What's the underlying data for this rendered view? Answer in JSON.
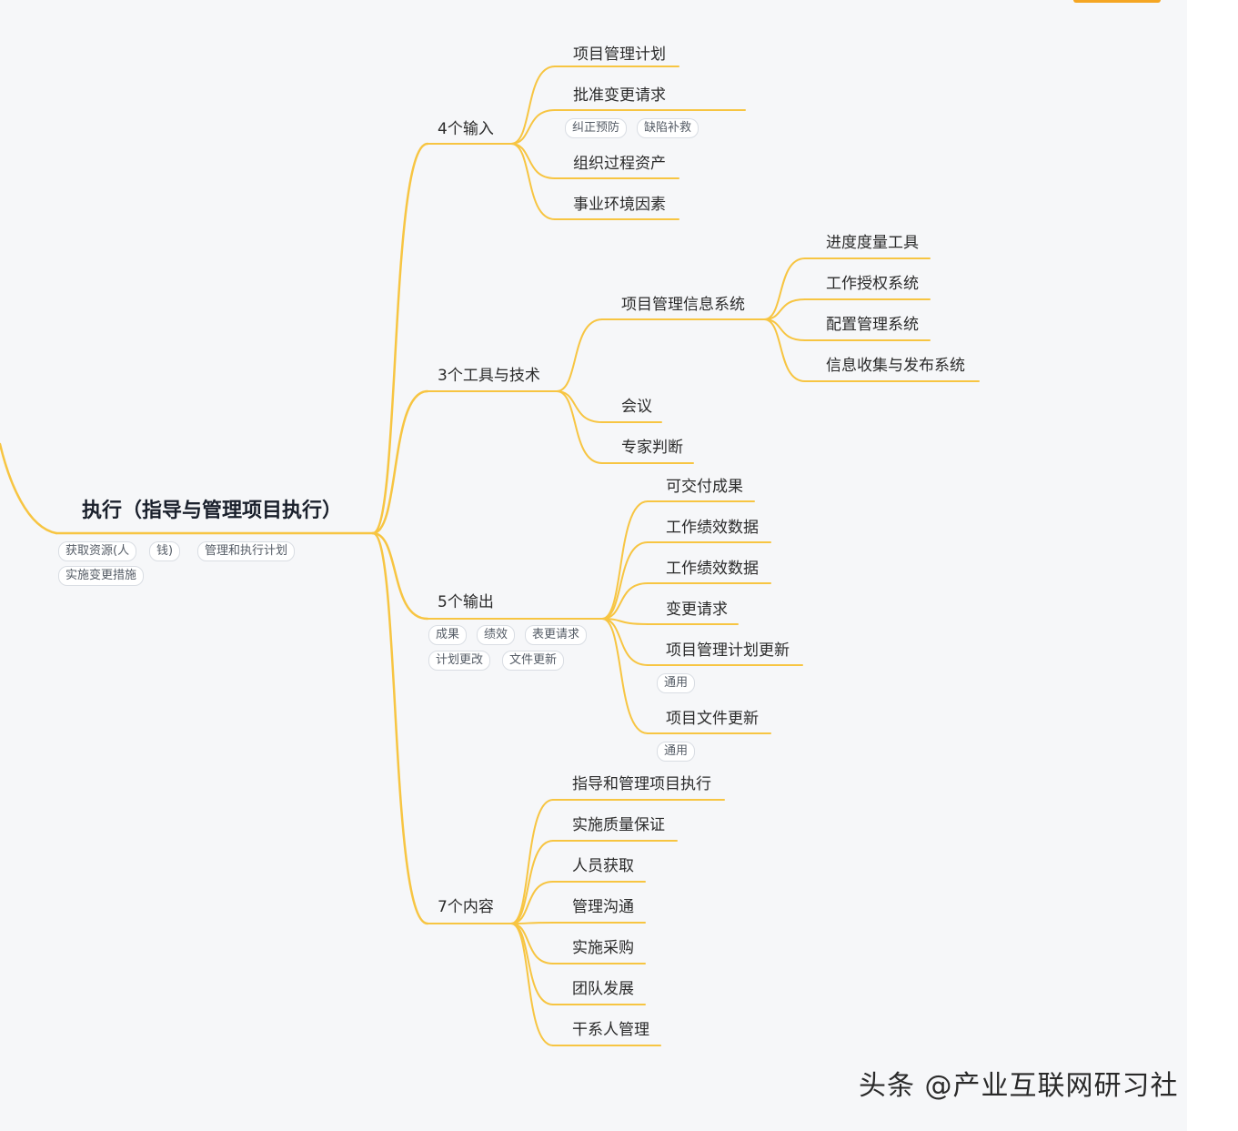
{
  "root": {
    "label": "执行（指导与管理项目执行）",
    "tags": [
      "获取资源(人",
      "钱)",
      "管理和执行计划",
      "实施变更措施"
    ]
  },
  "branches": {
    "inputs": {
      "label": "4个输入",
      "items": [
        "项目管理计划",
        "批准变更请求",
        "组织过程资产",
        "事业环境因素"
      ],
      "tags": [
        "纠正预防",
        "缺陷补救"
      ]
    },
    "tools": {
      "label": "3个工具与技术",
      "pmis": {
        "label": "项目管理信息系统",
        "items": [
          "进度度量工具",
          "工作授权系统",
          "配置管理系统",
          "信息收集与发布系统"
        ]
      },
      "items": [
        "会议",
        "专家判断"
      ]
    },
    "outputs": {
      "label": "5个输出",
      "items": [
        "可交付成果",
        "工作绩效数据",
        "工作绩效数据",
        "变更请求",
        "项目管理计划更新",
        "项目文件更新"
      ],
      "tags": [
        "成果",
        "绩效",
        "表更请求",
        "计划更改",
        "文件更新"
      ],
      "item_tags": [
        "通用",
        "通用"
      ]
    },
    "contents": {
      "label": "7个内容",
      "items": [
        "指导和管理项目执行",
        "实施质量保证",
        "人员获取",
        "管理沟通",
        "实施采购",
        "团队发展",
        "干系人管理"
      ]
    }
  },
  "watermark": "头条 @产业互联网研习社",
  "colors": {
    "line": "#f7c542",
    "background": "#f6f7f9",
    "accent": "#f5a623"
  }
}
